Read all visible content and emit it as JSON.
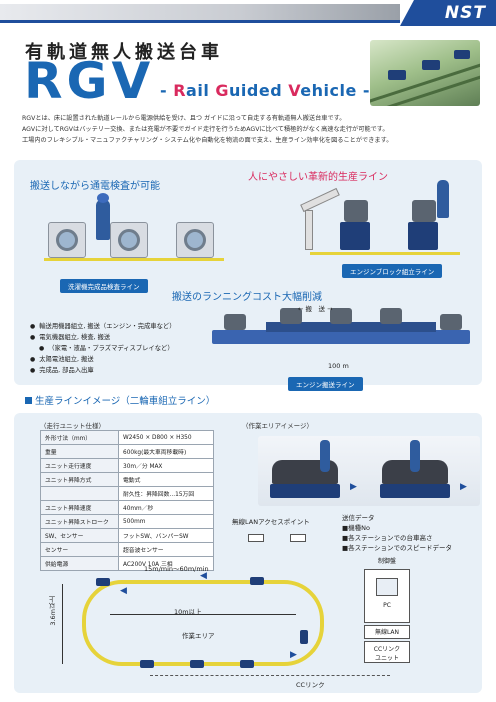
{
  "header": {
    "logo": "NST",
    "title_jp": "有軌道無人搬送台車",
    "title_main": "RGV",
    "subtitle_pre": "- ",
    "subtitle_r": "R",
    "subtitle_ail": "ail ",
    "subtitle_g": "G",
    "subtitle_uided": "uided ",
    "subtitle_v": "V",
    "subtitle_ehicle": "ehicle -"
  },
  "intro": [
    "RGVとは、床に設置された軌道レールから電源供給を受け、且つ ガイドに沿って自走する有軌道無人搬送台車です。",
    "AGVに対してRGVはバッテリー交換、または充電が不要でガイド走行を行うためAGVに比べて積極的がなく高速な走行が可能です。",
    "工場内のフレキシブル・マニュファクチャリング・システム化や自動化を物流の面で支え、生産ライン効率化を図ることができます。"
  ],
  "features": {
    "inspect": "搬送しながら通電検査が可能",
    "human": "人にやさしい革新的生産ライン",
    "cost": "搬送のランニングコスト大幅削減",
    "washer_line": "洗濯機完成品検査ライン",
    "engine_block_line": "エンジンブロック組立ライン",
    "engine_transport_line": "エンジン搬送ライン",
    "transport_label": "搬　送",
    "distance": "100 m"
  },
  "uses": [
    "輸送用機器組立, 搬送（エンジン・完成車など）",
    "電気機器組立, 検査, 搬送",
    "（家電・液晶・プラズマディスプレイなど）",
    "太陽電池組立, 搬送",
    "完成品, 部品入出庫"
  ],
  "section": {
    "title": "生産ラインイメージ（二輪車組立ライン）",
    "spec_caption": "（走行ユニット仕様）",
    "work_caption": "（作業エリアイメージ）"
  },
  "spec": [
    {
      "k": "外形寸法（mm）",
      "v": "W2450 × D800 × H350"
    },
    {
      "k": "重量",
      "v": "600kg(最大車両移載時)"
    },
    {
      "k": "ユニット走行速度",
      "v": "30m／分  MAX"
    },
    {
      "k": "ユニット昇降方式",
      "v": "電動式"
    },
    {
      "k": "",
      "v": "耐久性：昇降回数…15万回"
    },
    {
      "k": "ユニット昇降速度",
      "v": "40mm／秒"
    },
    {
      "k": "ユニット昇降ストローク",
      "v": "500mm"
    },
    {
      "k": "SW、センサー",
      "v": "フットSW、バンパーSW"
    },
    {
      "k": "センサー",
      "v": "超音波センサー"
    },
    {
      "k": "供給電源",
      "v": "AC200V  10A  三相"
    }
  ],
  "layout_diagram": {
    "lan_point": "無線LANアクセスポイント",
    "send_data_title": "送信データ",
    "send_data": [
      "■機種No",
      "■各ステーションでの台車高さ",
      "■各ステーションでのスピードデータ"
    ],
    "control_panel": "制御盤",
    "pc": "PC",
    "wireless_lan": "無線LAN",
    "cc_unit_1": "CCリンク",
    "cc_unit_2": "ユニット",
    "speed": "15m/min～60m/min",
    "length": "10m以上",
    "width": "3.6m以上",
    "work_area": "作業エリア",
    "cc_link": "CCリンク"
  }
}
